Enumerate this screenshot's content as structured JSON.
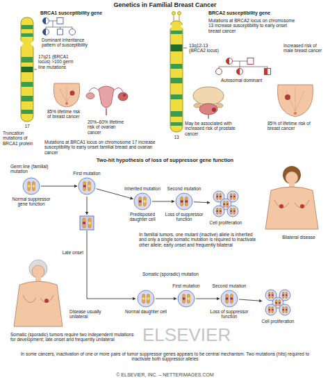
{
  "diagram": {
    "title": "Genetics in Familial Breast Cancer",
    "caption": "In some cancers, inactivation of one or more pairs of tumor suppressor genes appears to be central mechanism. Two mutations (hits) required to inactivate both suppressor alleles",
    "nodes": [
      {
        "text": [
          "Normal suppressor gene function"
        ]
      },
      {
        "text": [
          "First mutation"
        ]
      },
      {
        "text": [
          "Inherited mutation",
          "Predisposed daughter cell"
        ]
      },
      {
        "text": [
          "Second mutation",
          "Loss of suppressor function"
        ]
      },
      {
        "text": [
          "Cell proliferation"
        ]
      },
      {
        "text": [
          "Normal daughter cell"
        ]
      },
      {
        "text": [
          "First mutation"
        ]
      },
      {
        "text": [
          "Second mutation",
          "Loss of suppressor function"
        ]
      },
      {
        "text": [
          "Cell proliferation"
        ]
      }
    ],
    "edges": [
      {
        "from": 0,
        "to": 1,
        "arrow": "to",
        "label": "Germ line (familial) mutation"
      },
      {
        "from": 1,
        "to": 2,
        "arrow": "to"
      },
      {
        "from": 2,
        "to": 3,
        "arrow": "to"
      },
      {
        "from": 3,
        "to": 4,
        "arrow": "to"
      },
      {
        "from": 5,
        "to": 6,
        "arrow": "to",
        "label": "Somatic (sporadic) mutation"
      },
      {
        "from": 6,
        "to": 7,
        "arrow": "to"
      },
      {
        "from": 7,
        "to": 8,
        "arrow": "to"
      }
    ],
    "labels": [
      "BRCA1 susceptibility gene",
      "Dominant inheritance pattern of susceptibility",
      "17q21 (BRCA1 locus) >100 germ line mutations",
      "85% lifetime risk of breast cancer",
      "20%–60% lifetime risk of ovarian cancer",
      "17",
      "Truncation mutations of BRCA1 protein",
      "Mutations at BRCA1 locus on chromosome 17 increase susceptibility to early onset familial breast and ovarian cancer",
      "BRCA2 susceptibility gene",
      "Mutations at BRCA2 locus on chromosome 13 increase susceptibility to early onset breast cancer",
      "13q12-13 (BRCA2 locus)",
      "Increased risk of male breast cancer",
      "Autosomal dominant",
      "13",
      "May be associated with increased risk of prostate cancer",
      "85% of lifetime risk of breast cancer",
      "Two-hit hypothesis of loss of suppressor gene function",
      "Bilateral disease",
      "In familial tumors, one mutant (inactive) allele is inherited and only a single somatic mutation is required to inactivate other allele; early onset and frequently bilateral",
      "Late onset",
      "Disease usually unilateral",
      "Somatic (sporadic) tumors require two independent mutations for development; late onset and frequently unilateral",
      "ELSEVIER",
      "© ELSEVIER, INC. – NETTERIMAGES.COM"
    ]
  }
}
